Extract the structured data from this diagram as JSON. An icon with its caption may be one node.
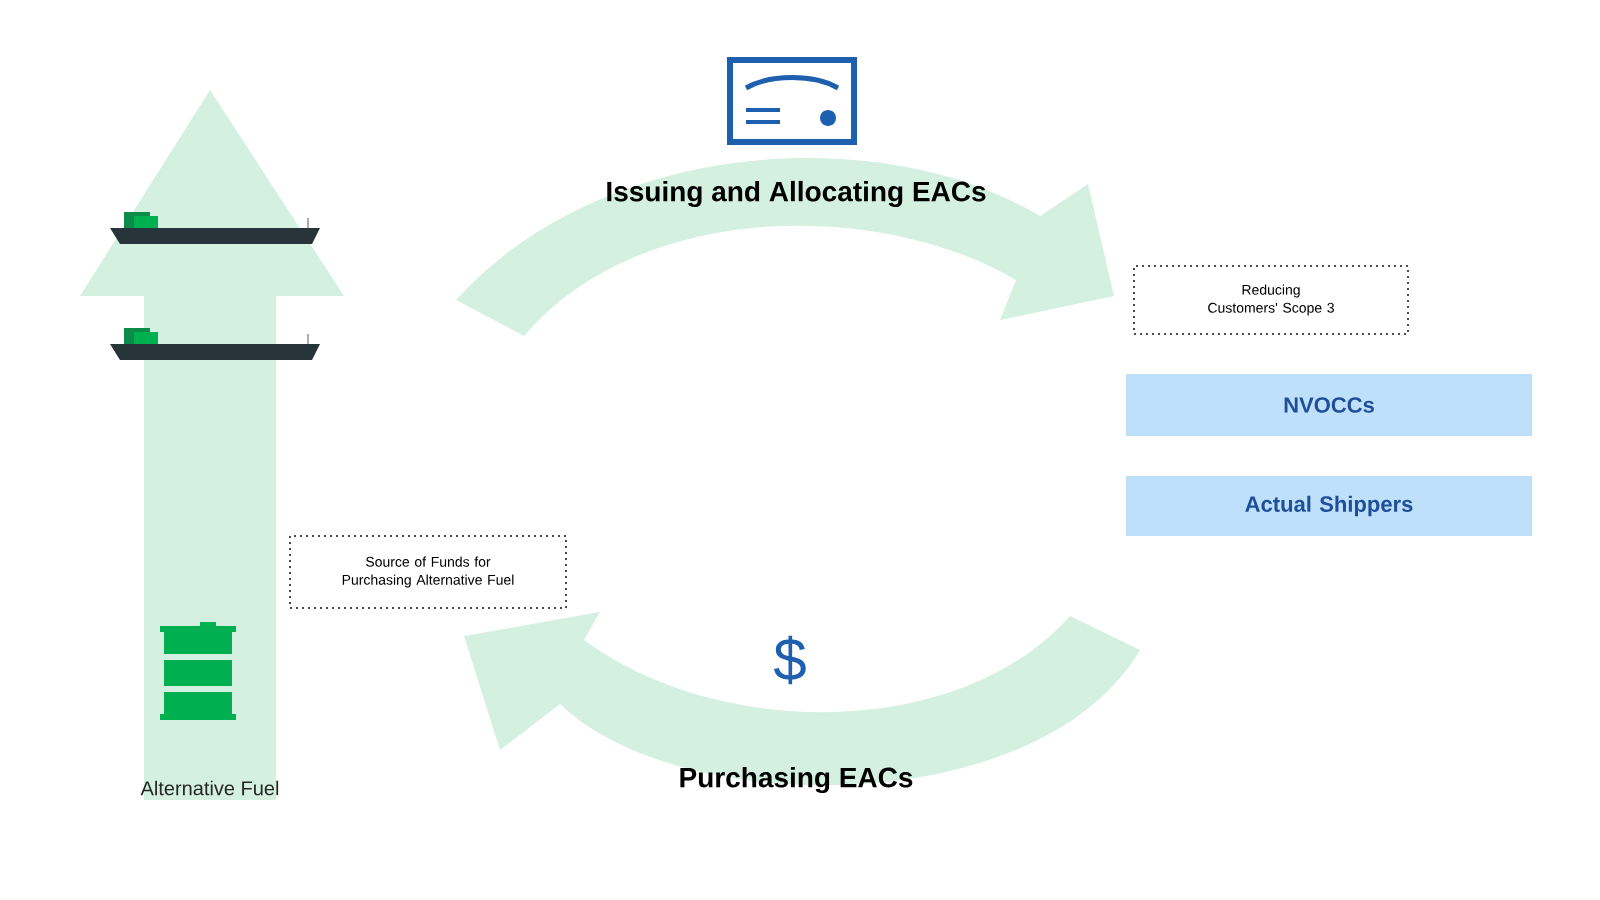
{
  "diagram": {
    "nodes": [
      {
        "text": [
          "Reducing Customers' Scope 3"
        ]
      },
      {
        "text": [
          "NVOCCs"
        ]
      },
      {
        "text": [
          "Actual Shippers"
        ]
      },
      {
        "text": [
          "Source of Funds for Purchasing Alternative Fuel"
        ]
      }
    ],
    "labels": [
      "Issuing and Allocating EACs",
      "$",
      "Purchasing EACs",
      "Alternative Fuel"
    ]
  }
}
